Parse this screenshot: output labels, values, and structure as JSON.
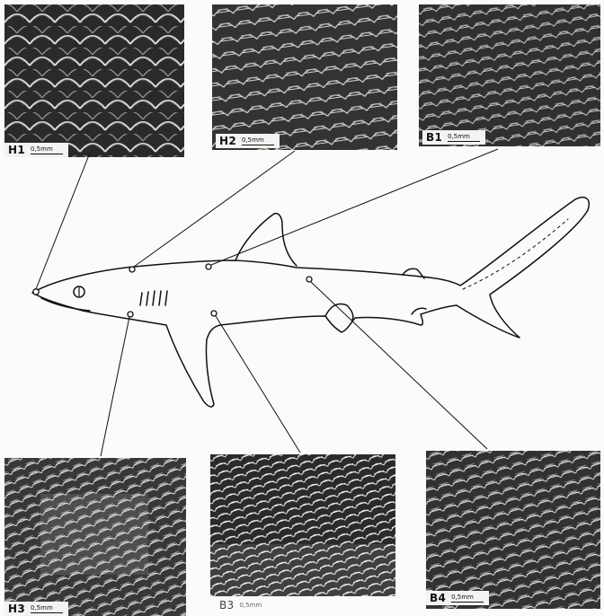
{
  "panels": {
    "H1": {
      "code": "H1",
      "scale": "0,5mm"
    },
    "H2": {
      "code": "H2",
      "scale": "0,5mm"
    },
    "B1": {
      "code": "B1",
      "scale": "0,5mm"
    },
    "H3": {
      "code": "H3",
      "scale": "0,5mm"
    },
    "B3": {
      "code": "B3",
      "scale": "0,5mm"
    },
    "B4": {
      "code": "B4",
      "scale": "0,5mm"
    }
  },
  "colors": {
    "ink": "#111111",
    "paper": "#fbfbfa",
    "micrograph_dark": "#2e2e2e",
    "micrograph_light": "#e8e8e4"
  }
}
